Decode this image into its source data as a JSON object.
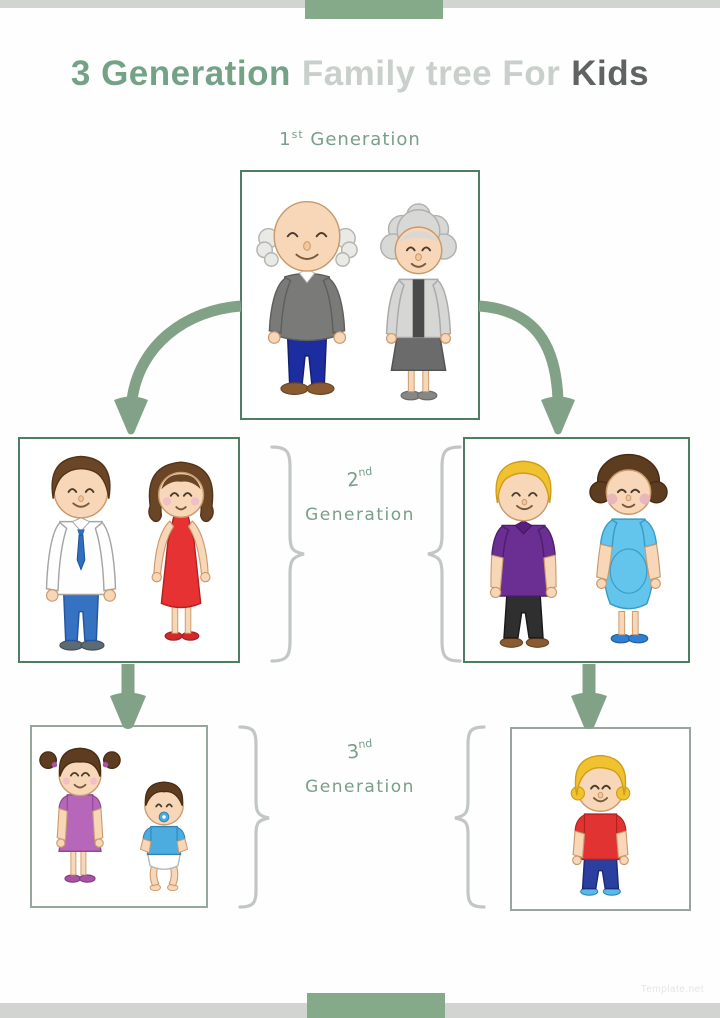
{
  "title": {
    "segment1": "3 Generation",
    "segment2": "Family tree For",
    "segment3": "Kids"
  },
  "labels": {
    "gen1": {
      "number": "1",
      "ordinal": "st",
      "word": "Generation"
    },
    "gen2": {
      "number": "2",
      "ordinal": "nd",
      "word": "Generation"
    },
    "gen3": {
      "number": "3",
      "ordinal": "nd",
      "word": "Generation"
    }
  },
  "boxes": {
    "generation1": {
      "figures": [
        {
          "name": "grandfather-illustration",
          "outfit_colors": {
            "sweater": "#7a7a78",
            "pants": "#1c2da0",
            "shoes": "#8a5a30"
          }
        },
        {
          "name": "grandmother-illustration",
          "outfit_colors": {
            "cardigan": "#d6d6d4",
            "skirt": "#6b6b6b",
            "hair": "#d8d8d6"
          }
        }
      ]
    },
    "generation2_left": {
      "figures": [
        {
          "name": "father-illustration",
          "outfit_colors": {
            "shirt": "#fefefe",
            "tie": "#2f6fc0",
            "pants": "#3672c2"
          }
        },
        {
          "name": "mother-illustration",
          "outfit_colors": {
            "dress": "#e63232",
            "shoes": "#d02a2a"
          }
        }
      ]
    },
    "generation2_right": {
      "figures": [
        {
          "name": "uncle-illustration",
          "outfit_colors": {
            "polo": "#6b2e92",
            "pants": "#2f2f2f",
            "hair": "#f1c230"
          }
        },
        {
          "name": "aunt-illustration",
          "outfit_colors": {
            "dress": "#64c5ec",
            "shoes": "#2f80d2"
          }
        }
      ]
    },
    "generation3_left": {
      "figures": [
        {
          "name": "girl-illustration",
          "outfit_colors": {
            "dress": "#b767b9",
            "shoes": "#a653a8"
          }
        },
        {
          "name": "baby-illustration",
          "outfit_colors": {
            "shirt": "#4cabdf",
            "diaper": "#ffffff"
          }
        }
      ]
    },
    "generation3_right": {
      "figures": [
        {
          "name": "boy-illustration",
          "outfit_colors": {
            "shirt": "#e23333",
            "pants": "#2b3fa0",
            "hair": "#f1c230"
          }
        }
      ]
    }
  },
  "colors": {
    "accent_green": "#82a287",
    "tab_green": "#85aa89",
    "box_border_green": "#4f7d62",
    "box_border_gray_green": "#95a89b",
    "title_green": "#74a287",
    "title_light_gray": "#c9d0cb",
    "title_dark_gray": "#5f6462",
    "label_green": "#7a9e89",
    "brace_gray": "#c3c7c4",
    "edge_bar_gray": "#d2d4d2"
  },
  "watermark": "Template.net"
}
